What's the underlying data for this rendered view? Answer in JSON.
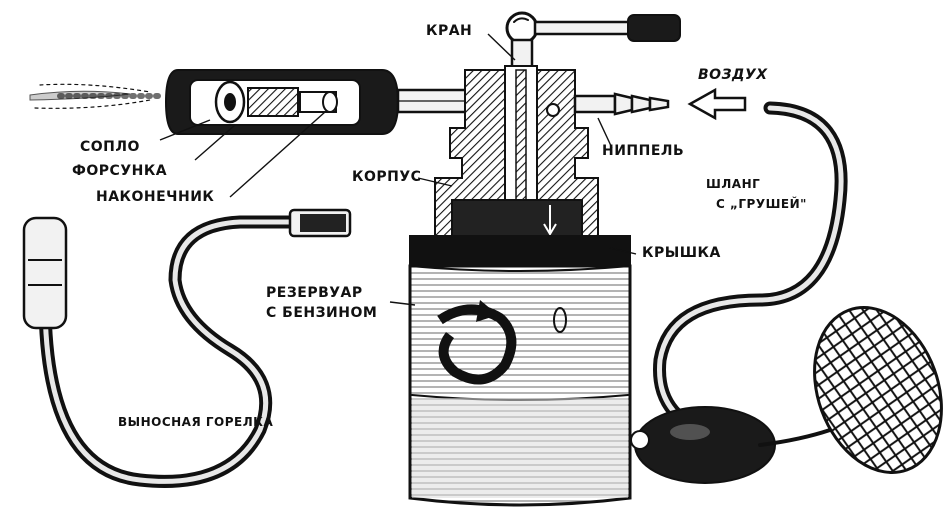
{
  "labels": {
    "kran": "КРАН",
    "vozdukh": "ВОЗДУХ",
    "soplo": "СОПЛО",
    "forsunka": "ФОРСУНКА",
    "nakonechnik": "НАКОНЕЧНИК",
    "nippel": "НИППЕЛЬ",
    "korpus": "КОРПУС",
    "shlang_line1": "ШЛАНГ",
    "shlang_line2": "С „ГРУШЕЙ\"",
    "kryshka": "КРЫШКА",
    "rezervuar_line1": "РЕЗЕРВУАР",
    "rezervuar_line2": "С БЕНЗИНОМ",
    "vynosnaya_gorelka": "ВЫНОСНАЯ ГОРЕЛКА"
  },
  "colors": {
    "ink": "#111111",
    "paper": "#ffffff"
  }
}
